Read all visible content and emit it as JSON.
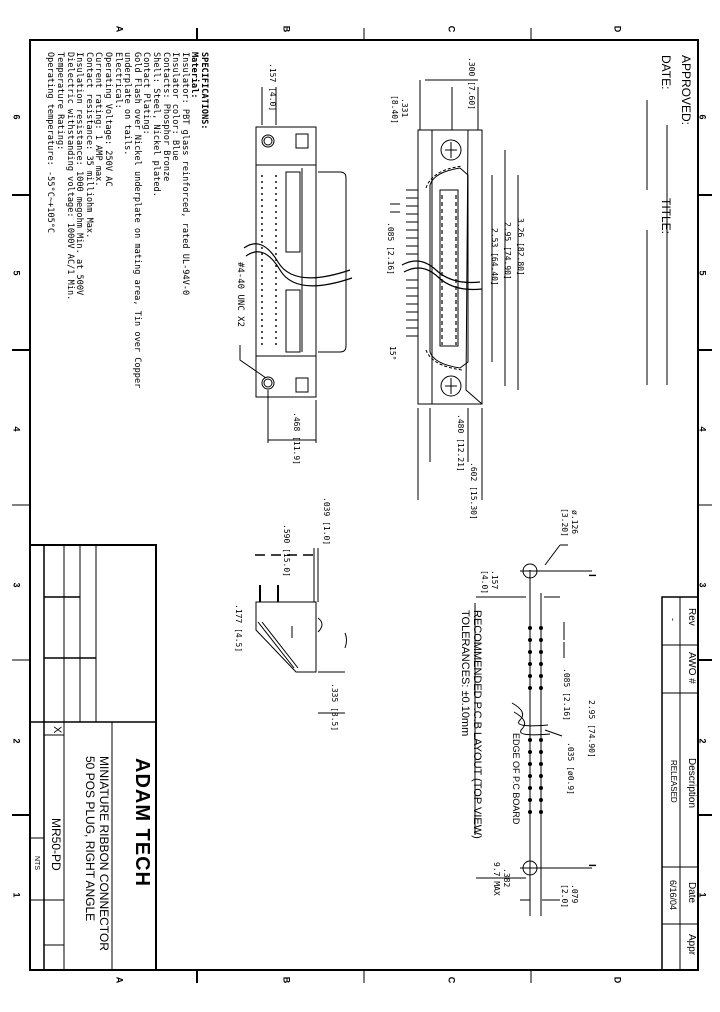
{
  "border": {
    "letters_top": [
      "A",
      "B",
      "C",
      "D"
    ],
    "letters_bottom": [
      "A",
      "B",
      "C",
      "D"
    ],
    "numbers_left": [
      "6",
      "5",
      "4",
      "3",
      "2",
      "1"
    ],
    "numbers_right": [
      "6",
      "5",
      "4",
      "3",
      "2",
      "1"
    ]
  },
  "approval": {
    "approved_label": "APPROVED:",
    "date_label": "DATE:",
    "title_label": "TITLE:"
  },
  "revision_block": {
    "headers": [
      "Rev",
      "AWO #",
      "Description",
      "Date",
      "Appr"
    ],
    "row": {
      "rev": "-",
      "awo": "",
      "description": "RELEASED",
      "date": "6/16/04",
      "appr": ""
    }
  },
  "specifications": {
    "heading": "SPECIFICATIONS:",
    "lines": [
      {
        "text": "Material:",
        "bold": true
      },
      {
        "text": "Insulator: PBT glass reinforced, rated UL-94V-0"
      },
      {
        "text": "Insulator color: Blue"
      },
      {
        "text": "Contacts: Phosphor Bronze"
      },
      {
        "text": "Shell: Steel, Nickel plated."
      },
      {
        "text": "Contact Plating:"
      },
      {
        "text": "Gold Flash over Nickel underplate on mating area, Tin over Copper"
      },
      {
        "text": "underplate on tails."
      },
      {
        "text": "Electrical:"
      },
      {
        "text": "Operating Voltage: 250V AC"
      },
      {
        "text": "Current rating: 1 AMP max."
      },
      {
        "text": "Contact resistance: 35 milliohm Max."
      },
      {
        "text": "Insulation resistance: 1000 megohm Min. at 500V"
      },
      {
        "text": "Dielectric withstanding voltage: 1000V AC/1 Min."
      },
      {
        "text": "Temperature Rating:"
      },
      {
        "text": "Operating temperature: -55°C~+105°C"
      }
    ]
  },
  "front_view": {
    "dims": {
      "d300": ".300  [7.60]",
      "d331a": ".331",
      "d331b": "[8.40]",
      "d326": "3.26  [82.80]",
      "d295": "2.95  [74.90]",
      "d253": "2.53  [64.40]",
      "d085": ".085  [2.16]",
      "d15": "15°",
      "d480": ".480  [12.21]",
      "d602": ".602  [15.30]"
    }
  },
  "top_view": {
    "dims": {
      "d157": ".157  [4.0]",
      "thread": "#4-40  UNC  X2",
      "d468": ".468  [11.9]"
    }
  },
  "side_view": {
    "dims": {
      "d039": ".039  [1.0]",
      "d590": ".590  [15.0]",
      "d177": ".177  [4.5]",
      "d335": ".335  [8.5]"
    }
  },
  "pcb_layout": {
    "caption_line1": "RECOMMENDED  P.C.B  LAYOUT  (TOP  VIEW)",
    "caption_line2": "TOLERANCES:  ±0.10mm",
    "edge_label": "EDGE  OF  P.C  BOARD",
    "dims": {
      "hole_a": "ø.126",
      "hole_b": "[3.20]",
      "d157a": ".157",
      "d157b": "[4.0]",
      "d085": ".085  [2.16]",
      "d295": "2.95  [74.90]",
      "d035": ".035  [ø0.9]",
      "d382a": ".382",
      "d382b": "9.7 MAX",
      "d079a": ".079",
      "d079b": "[2.0]",
      "datum": "I"
    }
  },
  "title_block": {
    "company": "ADAM TECH",
    "description_line1": "MINIATURE RIBBON CONNECTOR",
    "description_line2": "50 POS PLUG, RIGHT ANGLE",
    "part_number": "MR50-PD",
    "scale": "NTS",
    "size_mark": "X"
  }
}
